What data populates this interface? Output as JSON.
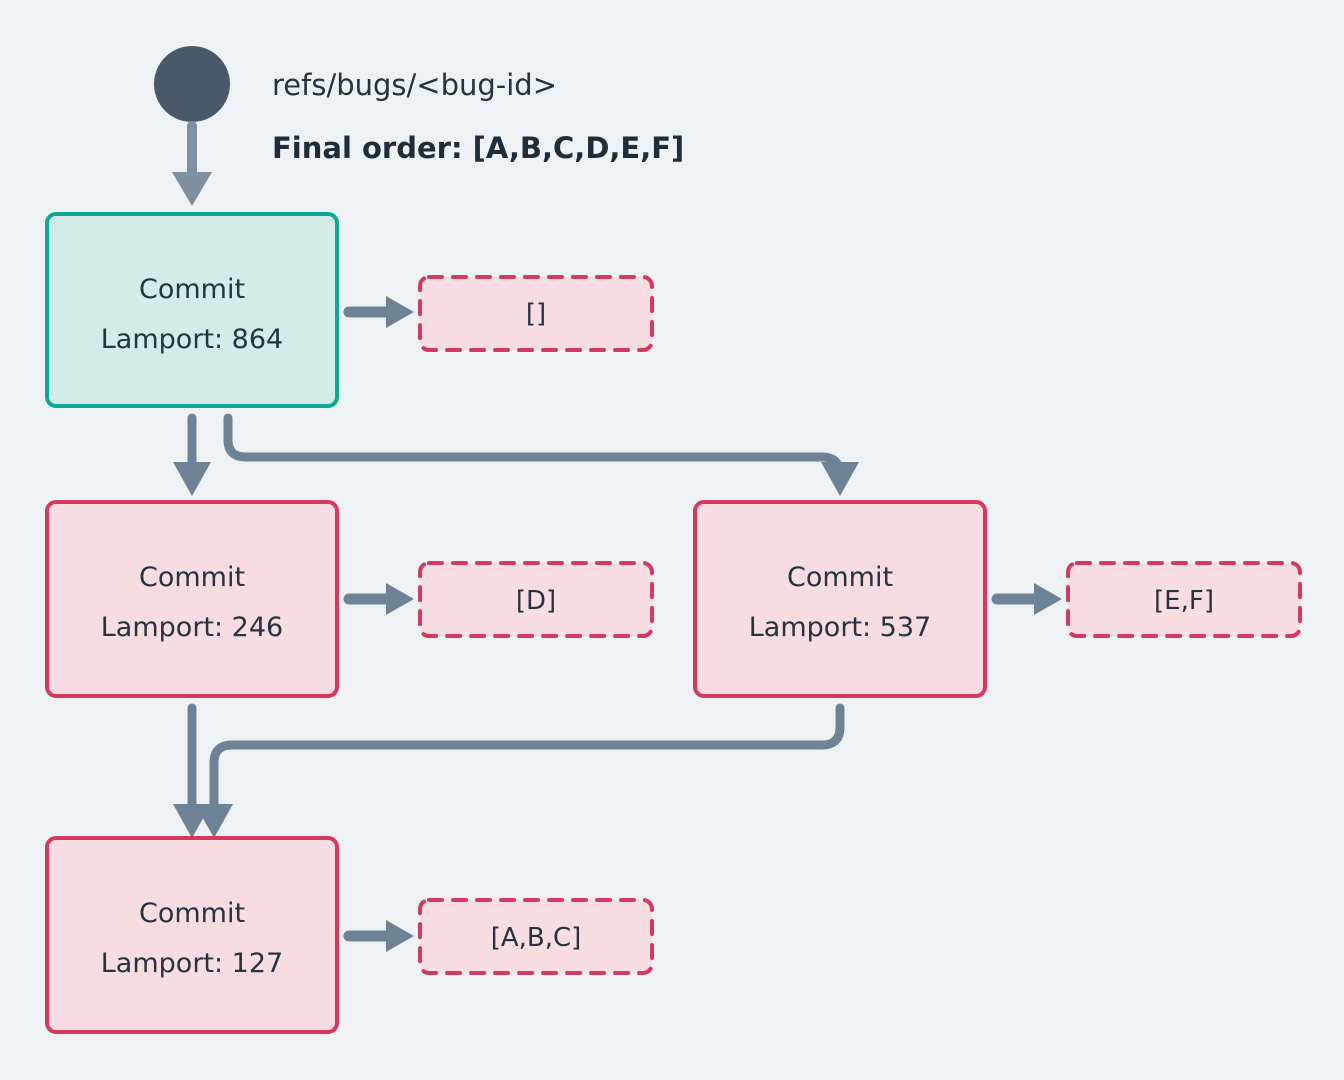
{
  "diagram": {
    "title": "refs/bugs/<bug-id>",
    "final_order_label": "Final order: [A,B,C,D,E,F]",
    "background_color": "#eff2f5",
    "root_node": {
      "name": "root-ref-dot",
      "color": "#49596a"
    },
    "colors": {
      "head_fill": "#d3ece8",
      "head_stroke": "#0fa795",
      "commit_fill": "#f7dde2",
      "commit_stroke": "#d23a5e",
      "payload_fill": "#f8dde2",
      "payload_stroke": "#d23a5e",
      "edge": "#6e8295",
      "text": "#263340"
    },
    "nodes": [
      {
        "id": "commit-864",
        "type_label": "Commit",
        "lamport_label": "Lamport: 864",
        "lamport": 864,
        "is_head": true,
        "payload_label": "[]",
        "payload_items": []
      },
      {
        "id": "commit-246",
        "type_label": "Commit",
        "lamport_label": "Lamport: 246",
        "lamport": 246,
        "is_head": false,
        "payload_label": "[D]",
        "payload_items": [
          "D"
        ]
      },
      {
        "id": "commit-537",
        "type_label": "Commit",
        "lamport_label": "Lamport: 537",
        "lamport": 537,
        "is_head": false,
        "payload_label": "[E,F]",
        "payload_items": [
          "E",
          "F"
        ]
      },
      {
        "id": "commit-127",
        "type_label": "Commit",
        "lamport_label": "Lamport: 127",
        "lamport": 127,
        "is_head": false,
        "payload_label": "[A,B,C]",
        "payload_items": [
          "A",
          "B",
          "C"
        ]
      }
    ],
    "edges": [
      {
        "from": "root-ref-dot",
        "to": "commit-864"
      },
      {
        "from": "commit-864",
        "to": "commit-246"
      },
      {
        "from": "commit-864",
        "to": "commit-537"
      },
      {
        "from": "commit-246",
        "to": "commit-127"
      },
      {
        "from": "commit-537",
        "to": "commit-127"
      },
      {
        "from": "commit-864",
        "to": "payload-864"
      },
      {
        "from": "commit-246",
        "to": "payload-246"
      },
      {
        "from": "commit-537",
        "to": "payload-537"
      },
      {
        "from": "commit-127",
        "to": "payload-127"
      }
    ]
  }
}
